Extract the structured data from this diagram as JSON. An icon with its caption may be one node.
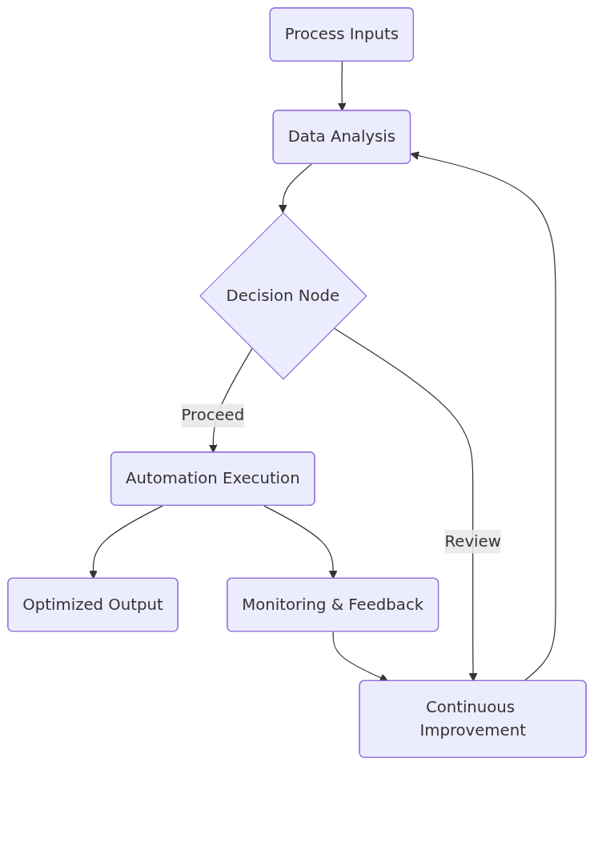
{
  "diagram": {
    "nodes": [
      {
        "text": [
          "Process Inputs"
        ]
      },
      {
        "text": [
          "Data Analysis"
        ]
      },
      {
        "text": [
          "Decision Node"
        ]
      },
      {
        "text": [
          "Automation Execution"
        ]
      },
      {
        "text": [
          "Optimized Output"
        ]
      },
      {
        "text": [
          "Monitoring & Feedback"
        ]
      },
      {
        "text": [
          "Continuous Improvement"
        ]
      }
    ],
    "edges": [
      {
        "from": 0,
        "to": 1,
        "arrow": "to"
      },
      {
        "from": 1,
        "to": 2,
        "arrow": "to"
      },
      {
        "from": 2,
        "to": 3,
        "label": "Proceed",
        "arrow": "to"
      },
      {
        "from": 2,
        "to": 6,
        "label": "Review",
        "arrow": "to"
      },
      {
        "from": 3,
        "to": 4,
        "arrow": "to"
      },
      {
        "from": 3,
        "to": 5,
        "arrow": "to"
      },
      {
        "from": 5,
        "to": 6,
        "arrow": "to"
      },
      {
        "from": 6,
        "to": 1,
        "arrow": "to"
      }
    ]
  }
}
